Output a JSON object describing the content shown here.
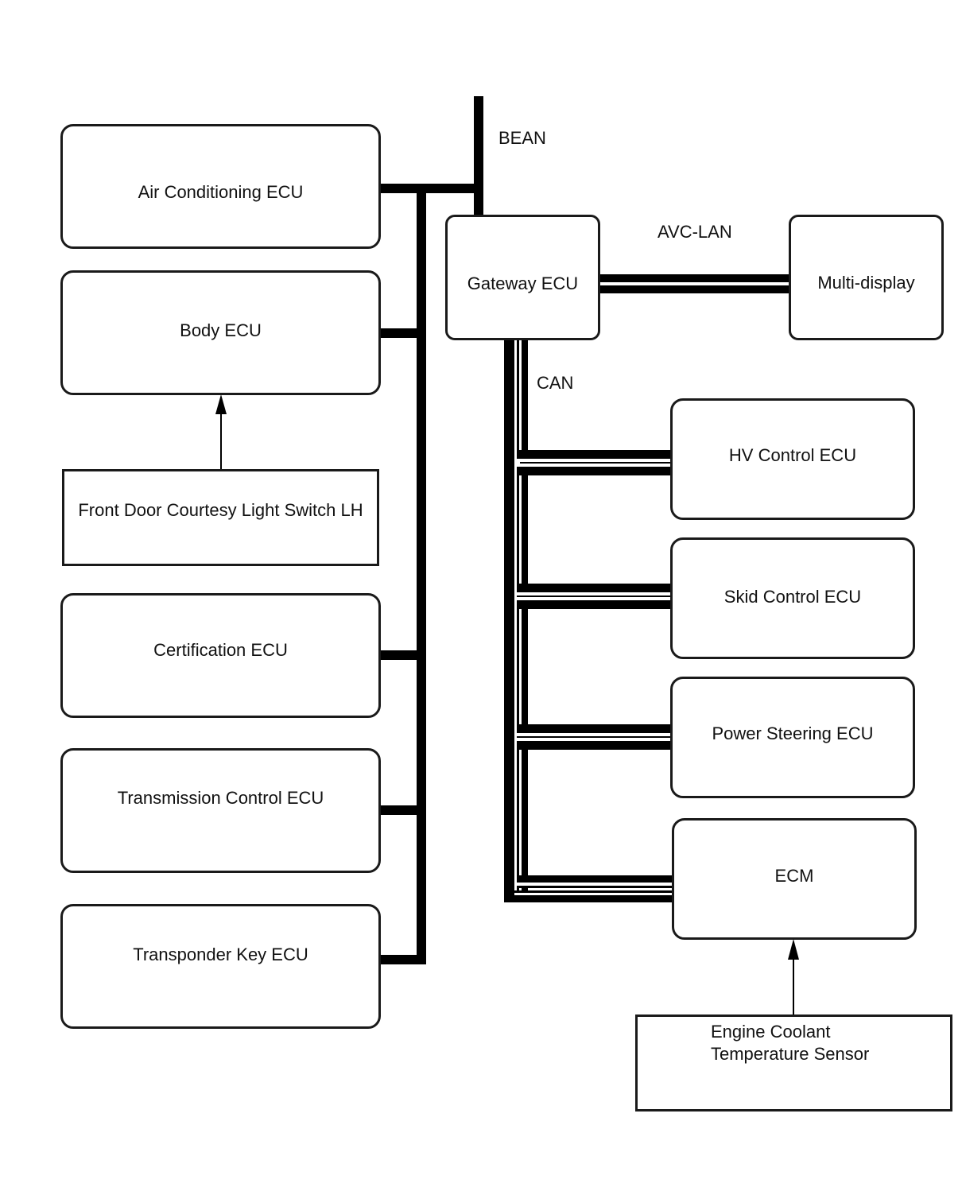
{
  "buses": {
    "bean": "BEAN",
    "avc_lan": "AVC-LAN",
    "can": "CAN"
  },
  "left_nodes": {
    "air_conditioning": "Air Conditioning ECU",
    "body": "Body ECU",
    "front_door_switch": "Front Door Courtesy Light Switch LH",
    "certification": "Certification ECU",
    "transmission": "Transmission Control ECU",
    "transponder": "Transponder Key ECU"
  },
  "center_nodes": {
    "gateway": "Gateway ECU",
    "multi_display": "Multi-display"
  },
  "can_nodes": {
    "hv_control": "HV Control ECU",
    "skid_control": "Skid Control ECU",
    "power_steering": "Power Steering ECU",
    "ecm": "ECM"
  },
  "sensors": {
    "engine_coolant_line1": "Engine Coolant",
    "engine_coolant_line2": "Temperature Sensor"
  },
  "colors": {
    "line": "#000000",
    "box_border": "#1a1a1a",
    "text": "#111111",
    "background": "#ffffff"
  }
}
